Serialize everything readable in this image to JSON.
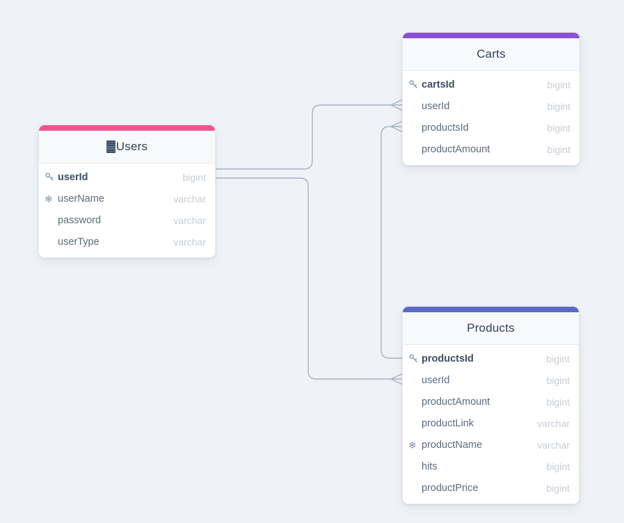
{
  "app": {
    "view": "database-schema-diagram",
    "background_color": "#eff3f7",
    "connector_color": "#a8b2c1"
  },
  "tables": [
    {
      "id": "users",
      "name": "Users",
      "title_icon": "list-stripes-icon",
      "accent_color": "#f1568e",
      "columns": [
        {
          "name": "userId",
          "type": "bigint",
          "icon": "key-icon",
          "primary_key": true
        },
        {
          "name": "userName",
          "type": "varchar",
          "icon": "snowflake-icon",
          "unique": true
        },
        {
          "name": "password",
          "type": "varchar"
        },
        {
          "name": "userType",
          "type": "varchar"
        }
      ]
    },
    {
      "id": "carts",
      "name": "Carts",
      "accent_color": "#8b51d3",
      "columns": [
        {
          "name": "cartsId",
          "type": "bigint",
          "icon": "key-icon",
          "primary_key": true
        },
        {
          "name": "userId",
          "type": "bigint"
        },
        {
          "name": "productsId",
          "type": "bigint"
        },
        {
          "name": "productAmount",
          "type": "bigint"
        }
      ]
    },
    {
      "id": "products",
      "name": "Products",
      "accent_color": "#5a68c9",
      "columns": [
        {
          "name": "productsId",
          "type": "bigint",
          "icon": "key-icon",
          "primary_key": true
        },
        {
          "name": "userId",
          "type": "bigint"
        },
        {
          "name": "productAmount",
          "type": "bigint"
        },
        {
          "name": "productLink",
          "type": "varchar"
        },
        {
          "name": "productName",
          "type": "varchar",
          "icon": "snowflake-icon",
          "unique": true
        },
        {
          "name": "hits",
          "type": "bigint"
        },
        {
          "name": "productPrice",
          "type": "bigint"
        }
      ]
    }
  ],
  "relationships": [
    {
      "from": "Users.userId",
      "to": "Carts.userId",
      "cardinality": "one-to-many",
      "many_end": "Carts.userId"
    },
    {
      "from": "Users.userId",
      "to": "Products.userId",
      "cardinality": "one-to-many",
      "many_end": "Products.userId"
    },
    {
      "from": "Products.productsId",
      "to": "Carts.productsId",
      "cardinality": "one-to-many",
      "many_end": "Carts.productsId"
    }
  ]
}
